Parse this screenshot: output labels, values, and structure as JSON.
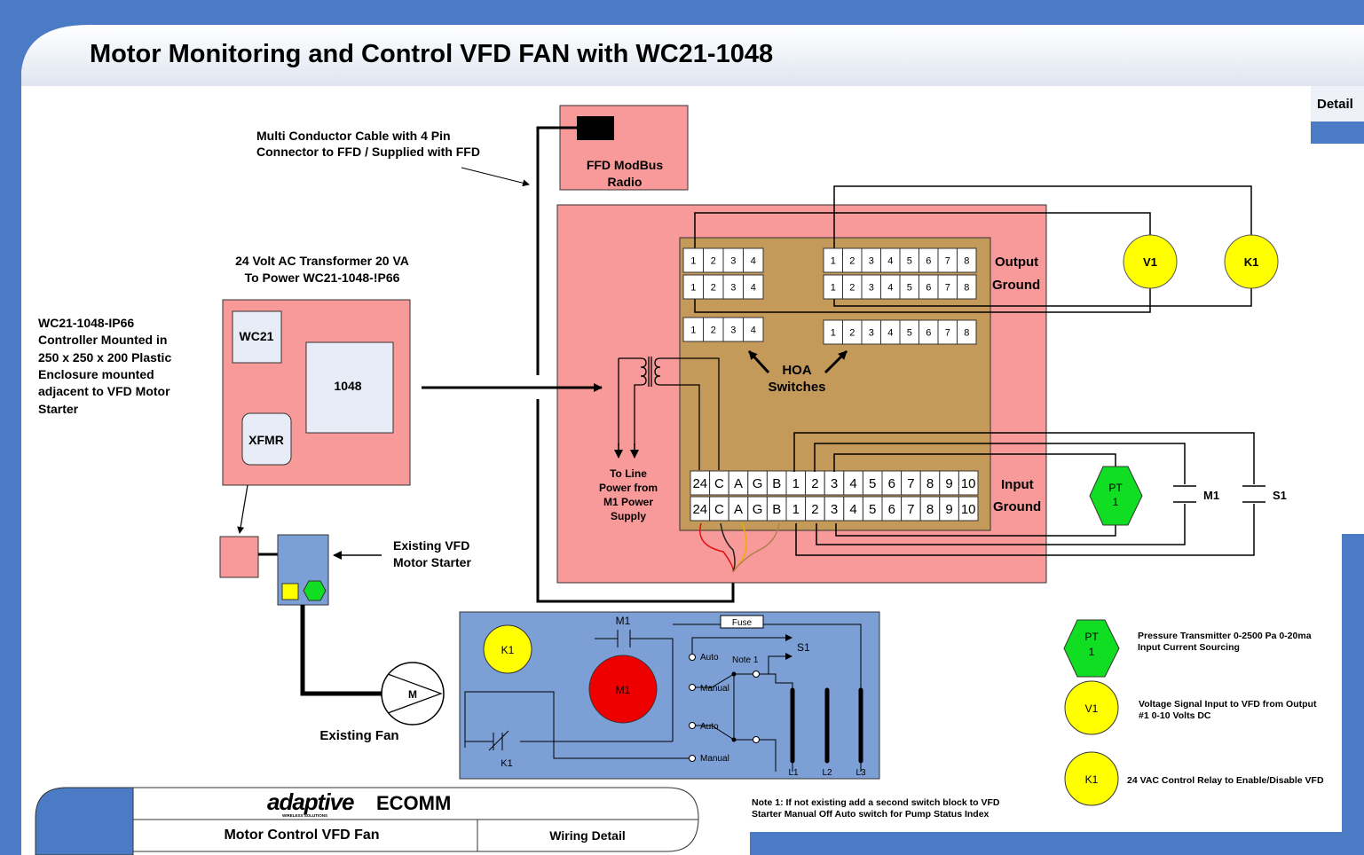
{
  "title": "Motor Monitoring and Control VFD FAN with WC21-1048",
  "detail_tab": "Detail",
  "labels": {
    "cable_note_1": "Multi Conductor Cable with 4 Pin",
    "cable_note_2": "Connector to FFD / Supplied with FFD",
    "radio_1": "FFD ModBus",
    "radio_2": "Radio",
    "transformer_1": "24 Volt AC Transformer 20 VA",
    "transformer_2": "To Power WC21-1048-!P66",
    "controller_lines": [
      "WC21-1048-IP66",
      "Controller Mounted in",
      "250 x 250 x 200 Plastic",
      "Enclosure mounted",
      "adjacent to VFD Motor",
      "Starter"
    ],
    "wc21": "WC21",
    "module_1048": "1048",
    "xfmr": "XFMR",
    "existing_vfd_1": "Existing VFD",
    "existing_vfd_2": "Motor Starter",
    "existing_fan": "Existing Fan",
    "motor_m": "M",
    "output": "Output",
    "ground_top": "Ground",
    "input": "Input",
    "ground_bottom": "Ground",
    "hoa_1": "HOA",
    "hoa_2": "Switches",
    "line_power": [
      "To Line",
      "Power from",
      "M1 Power",
      "Supply"
    ],
    "v1": "V1",
    "k1": "K1",
    "pt_1": "PT",
    "pt_2": "1",
    "m1": "M1",
    "s1": "S1"
  },
  "terminals": {
    "four": [
      "1",
      "2",
      "3",
      "4"
    ],
    "eight": [
      "1",
      "2",
      "3",
      "4",
      "5",
      "6",
      "7",
      "8"
    ],
    "input": [
      "24",
      "C",
      "A",
      "G",
      "B",
      "1",
      "2",
      "3",
      "4",
      "5",
      "6",
      "7",
      "8",
      "9",
      "10"
    ]
  },
  "ladder": {
    "k1": "K1",
    "m1_contact": "M1",
    "m1_coil": "M1",
    "fuse": "Fuse",
    "s1": "S1",
    "auto": "Auto",
    "manual": "Manual",
    "note1": "Note 1",
    "k1_contact": "K1",
    "l1": "L1",
    "l2": "L2",
    "l3": "L3"
  },
  "legend": {
    "pt_1": "PT",
    "pt_2": "1",
    "pt_desc_1": "Pressure Transmitter 0-2500 Pa 0-20ma",
    "pt_desc_2": "Input Current Sourcing",
    "v1": "V1",
    "v1_desc_1": "Voltage Signal Input to VFD from Output",
    "v1_desc_2": "#1 0-10 Volts DC",
    "k1": "K1",
    "k1_desc": "24 VAC Control Relay to Enable/Disable VFD"
  },
  "footer": {
    "logo_adaptive": "adaptive",
    "logo_sub": "WIRELESS SOLUTIONS",
    "logo_ecomm": "ECOMM",
    "drawing_title": "Motor Control VFD Fan",
    "drawing_type": "Wiring Detail",
    "note_1": "Note 1: If not existing add a second switch block to VFD",
    "note_2": "Starter Manual Off Auto switch for Pump Status Index"
  },
  "colors": {
    "frame_blue": "#4a7bc4",
    "salmon": "#f99a9a",
    "board_tan": "#c49a5a",
    "ladder_blue": "#7c9fd6",
    "yellow": "#ffff00",
    "green": "#11dd22",
    "red": "#ee0000"
  }
}
